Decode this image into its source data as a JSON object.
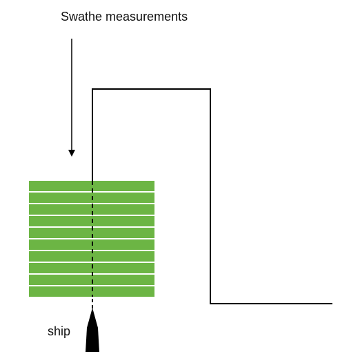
{
  "labels": {
    "swathe": "Swathe measurements",
    "ship": "ship"
  },
  "colors": {
    "swathe_fill": "#6cb544",
    "stroke": "#000000",
    "background": "#ffffff"
  },
  "diagram": {
    "swathe_count": 10
  }
}
